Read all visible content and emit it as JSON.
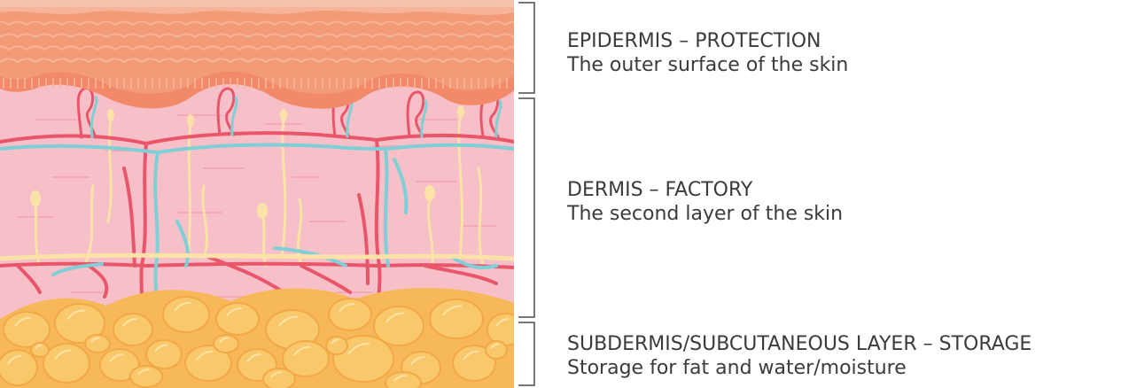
{
  "layers": [
    {
      "id": "epidermis",
      "title": "EPIDERMIS – PROTECTION",
      "description": "The outer surface of the skin"
    },
    {
      "id": "dermis",
      "title": "DERMIS – FACTORY",
      "description": "The second layer of the skin"
    },
    {
      "id": "subdermis",
      "title": "SUBDERMIS/SUBCUTANEOUS LAYER – STORAGE",
      "description": "Storage for fat and water/moisture"
    }
  ],
  "colors": {
    "epidermis_top": "#f6b59b",
    "epidermis_mid": "#f39a77",
    "epidermis_base": "#f28a6a",
    "dermis": "#f7bfc8",
    "dermis_lines": "#f3aab6",
    "vessel_red": "#e9566a",
    "vessel_blue": "#7fcfd6",
    "nerve_yellow": "#fbe3a8",
    "fat_fill": "#f9c86b",
    "fat_outline": "#f3a847",
    "fat_base": "#f7b85a",
    "bracket": "#4a4a4a",
    "text": "#3b3b3b"
  }
}
